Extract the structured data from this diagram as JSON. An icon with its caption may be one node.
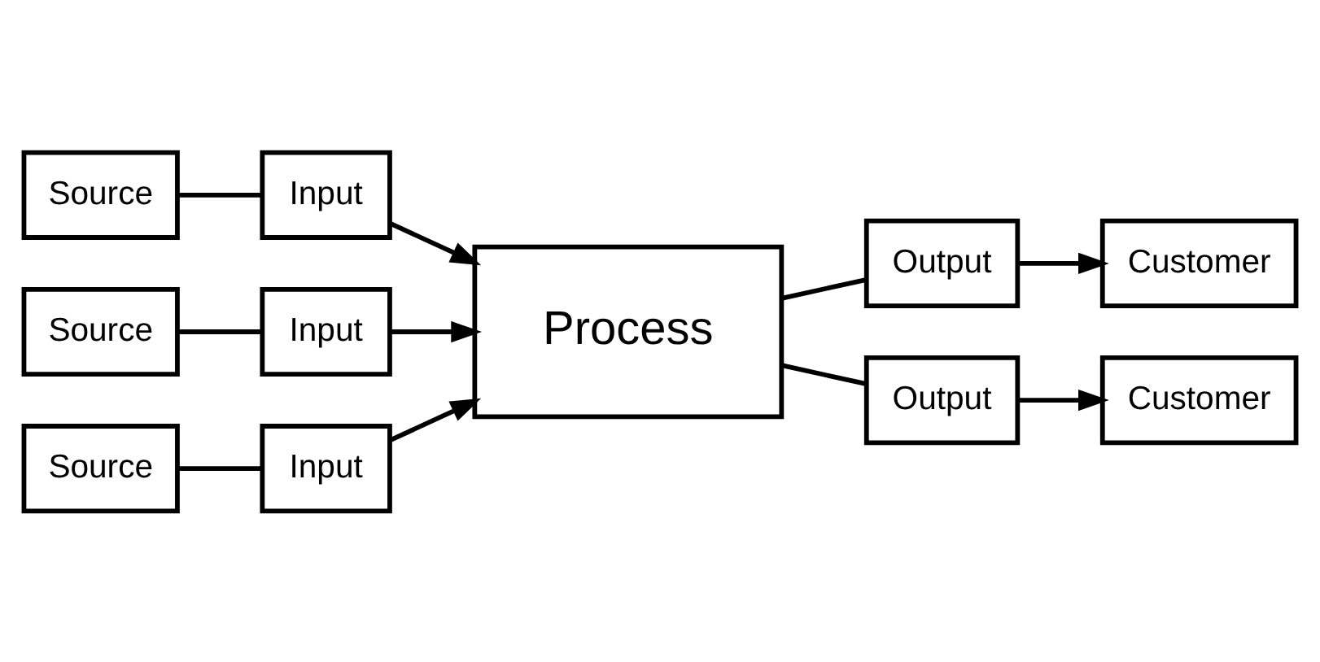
{
  "diagram": {
    "nodes": [
      {
        "text": [
          "Source"
        ]
      },
      {
        "text": [
          "Input"
        ]
      },
      {
        "text": [
          "Source"
        ]
      },
      {
        "text": [
          "Input"
        ]
      },
      {
        "text": [
          "Source"
        ]
      },
      {
        "text": [
          "Input"
        ]
      },
      {
        "text": [
          "Process"
        ]
      },
      {
        "text": [
          "Output"
        ]
      },
      {
        "text": [
          "Customer"
        ]
      },
      {
        "text": [
          "Output"
        ]
      },
      {
        "text": [
          "Customer"
        ]
      }
    ],
    "edges": [
      {
        "from": 0,
        "to": 1,
        "arrow": "none"
      },
      {
        "from": 1,
        "to": 6,
        "arrow": "to"
      },
      {
        "from": 2,
        "to": 3,
        "arrow": "none"
      },
      {
        "from": 3,
        "to": 6,
        "arrow": "to"
      },
      {
        "from": 4,
        "to": 5,
        "arrow": "none"
      },
      {
        "from": 5,
        "to": 6,
        "arrow": "to"
      },
      {
        "from": 6,
        "to": 7,
        "arrow": "none"
      },
      {
        "from": 7,
        "to": 8,
        "arrow": "to"
      },
      {
        "from": 6,
        "to": 9,
        "arrow": "none"
      },
      {
        "from": 9,
        "to": 10,
        "arrow": "to"
      }
    ]
  }
}
